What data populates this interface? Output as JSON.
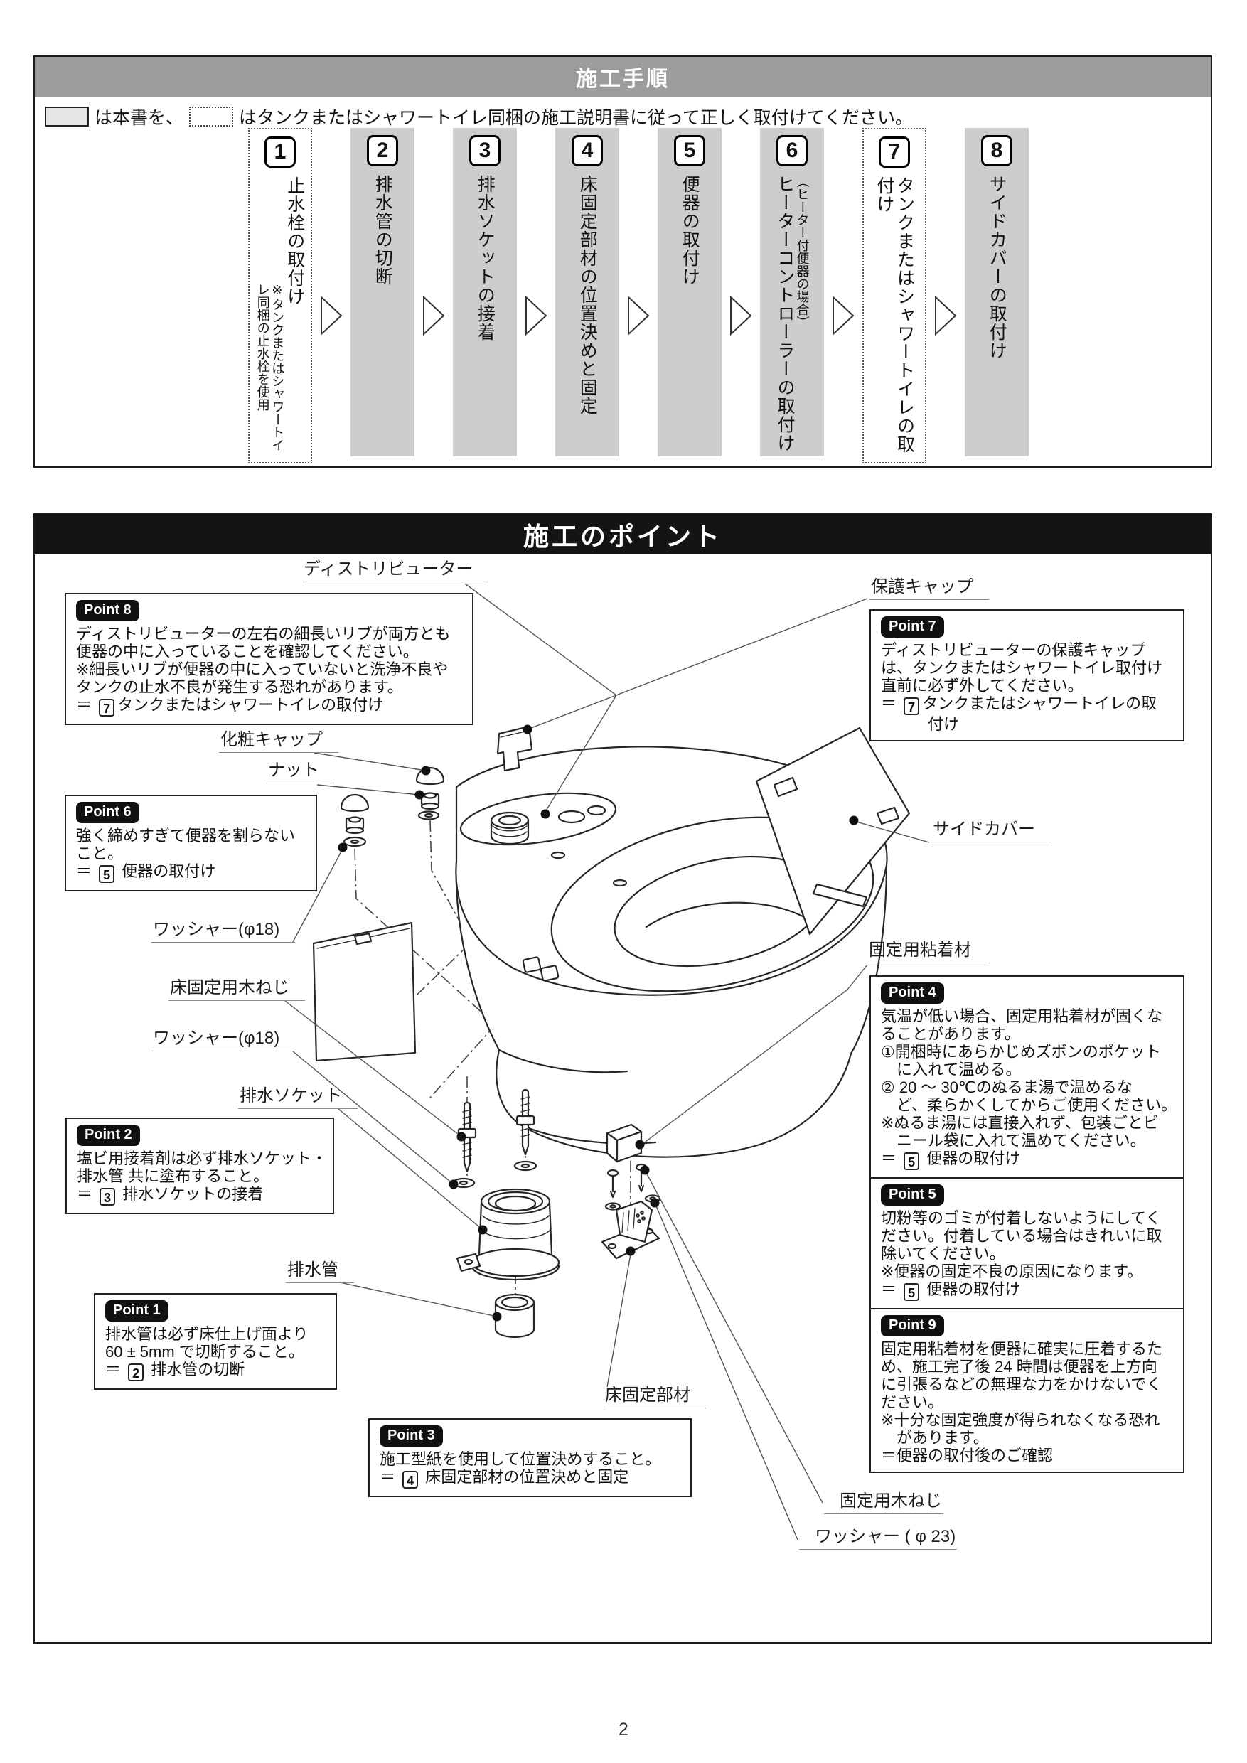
{
  "procedure": {
    "title": "施工手順",
    "legend_solid": "は本書を、",
    "legend_dotted": "はタンクまたはシャワートイレ同梱の施工説明書に従って正しく取付けてください。",
    "steps": [
      {
        "num": "1",
        "label": "止水栓の取付け",
        "note": "※タンクまたはシャワートイレ同梱の止水栓を使用",
        "note_side": "left",
        "variant": "dotted"
      },
      {
        "num": "2",
        "label": "排水管の切断",
        "variant": "solid"
      },
      {
        "num": "3",
        "label": "排水ソケットの接着",
        "variant": "solid"
      },
      {
        "num": "4",
        "label": "床固定部材の位置決めと固定",
        "variant": "solid"
      },
      {
        "num": "5",
        "label": "便器の取付け",
        "variant": "solid"
      },
      {
        "num": "6",
        "label": "ヒーターコントローラーの取付け",
        "note": "（ヒーター付便器の場合）",
        "note_side": "right",
        "variant": "solid"
      },
      {
        "num": "7",
        "label": "タンクまたはシャワートイレの取付け",
        "variant": "dotted"
      },
      {
        "num": "8",
        "label": "サイドカバーの取付け",
        "variant": "solid"
      }
    ]
  },
  "points_section": {
    "title": "施工のポイント",
    "part_labels": {
      "distributor": "ディストリビューター",
      "protect_cap": "保護キャップ",
      "kesho_cap": "化粧キャップ",
      "nut": "ナット",
      "washer18_a": "ワッシャー(φ18)",
      "yuka_kotei_kineji": "床固定用木ねじ",
      "washer18_b": "ワッシャー(φ18)",
      "haisui_socket": "排水ソケット",
      "haisui_kan": "排水管",
      "yuka_kotei_buzai": "床固定部材",
      "nenchakuzai": "固定用粘着材",
      "side_cover": "サイドカバー",
      "kotei_kineji": "固定用木ねじ",
      "washer23": "ワッシャー ( φ 23)"
    },
    "points": {
      "p8": {
        "badge": "Point 8",
        "lines": [
          [
            "ディストリビューターの左右の細長いリブが両方とも"
          ],
          [
            "便器の中に入っていることを確認してください。"
          ],
          [
            "※細長いリブが便器の中に入っていないと洗浄不良や"
          ],
          [
            "タンクの止水不良が発生する恐れがあります。"
          ],
          [
            "＝ ",
            {
              "n": "7"
            },
            "タンクまたはシャワートイレの取付け"
          ]
        ]
      },
      "p7": {
        "badge": "Point 7",
        "lines": [
          [
            "ディストリビューターの保護キャップ"
          ],
          [
            "は、タンクまたはシャワートイレ取付け"
          ],
          [
            "直前に必ず外してください。"
          ],
          [
            "＝ ",
            {
              "n": "7"
            },
            "タンクまたはシャワートイレの取"
          ],
          [
            "　　　付け"
          ]
        ]
      },
      "p6": {
        "badge": "Point 6",
        "lines": [
          [
            "強く締めすぎて便器を割らない"
          ],
          [
            "こと。"
          ],
          [
            "＝ ",
            {
              "n": "5"
            },
            " 便器の取付け"
          ]
        ]
      },
      "p2": {
        "badge": "Point 2",
        "lines": [
          [
            "塩ビ用接着剤は必ず排水ソケット・"
          ],
          [
            "排水管 共に塗布すること。"
          ],
          [
            "＝ ",
            {
              "n": "3"
            },
            " 排水ソケットの接着"
          ]
        ]
      },
      "p1": {
        "badge": "Point 1",
        "lines": [
          [
            "排水管は必ず床仕上げ面より"
          ],
          [
            "60 ± 5mm で切断すること。"
          ],
          [
            "＝ ",
            {
              "n": "2"
            },
            " 排水管の切断"
          ]
        ]
      },
      "p3": {
        "badge": "Point 3",
        "lines": [
          [
            "施工型紙を使用して位置決めすること。"
          ],
          [
            "＝ ",
            {
              "n": "4"
            },
            " 床固定部材の位置決めと固定"
          ]
        ]
      },
      "p4": {
        "badge": "Point 4",
        "lines": [
          [
            "気温が低い場合、固定用粘着材が固くな"
          ],
          [
            "ることがあります。"
          ],
          [
            "①開梱時にあらかじめズボンのポケット"
          ],
          [
            "　に入れて温める。"
          ],
          [
            "② 20 ～ 30℃のぬるま湯で温めるな"
          ],
          [
            "　ど、柔らかくしてからご使用ください。"
          ],
          [
            "※ぬるま湯には直接入れず、包装ごとビ"
          ],
          [
            "　ニール袋に入れて温めてください。"
          ],
          [
            "＝ ",
            {
              "n": "5"
            },
            " 便器の取付け"
          ]
        ]
      },
      "p5": {
        "badge": "Point 5",
        "lines": [
          [
            "切粉等のゴミが付着しないようにしてく"
          ],
          [
            "ださい。付着している場合はきれいに取"
          ],
          [
            "除いてください。"
          ],
          [
            "※便器の固定不良の原因になります。"
          ],
          [
            "＝ ",
            {
              "n": "5"
            },
            " 便器の取付け"
          ]
        ]
      },
      "p9": {
        "badge": "Point 9",
        "lines": [
          [
            "固定用粘着材を便器に確実に圧着するた"
          ],
          [
            "め、施工完了後 24 時間は便器を上方向"
          ],
          [
            "に引張るなどの無理な力をかけないでく"
          ],
          [
            "ださい。"
          ],
          [
            "※十分な固定強度が得られなくなる恐れ"
          ],
          [
            "　があります。"
          ],
          [
            "＝便器の取付後のご確認"
          ]
        ]
      }
    }
  },
  "page_number": "2"
}
